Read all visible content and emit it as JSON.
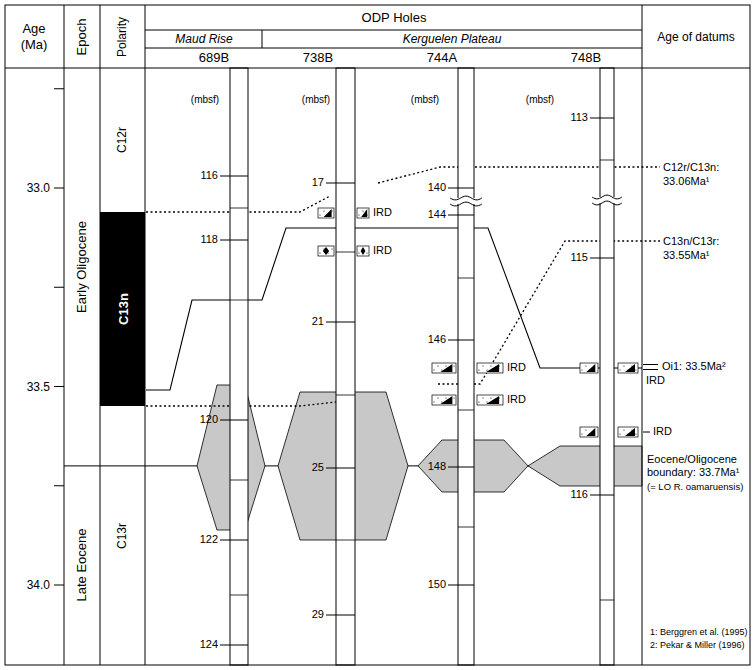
{
  "diagram": {
    "nodes": [
      {
        "text": [
          "C13n"
        ]
      }
    ],
    "labels": [
      "Age (Ma)",
      "Epoch",
      "Polarity",
      "ODP Holes",
      "Maud Rise",
      "Kerguelen Plateau",
      "689B",
      "738B",
      "744A",
      "748B",
      "Age of datums",
      "33.0",
      "33.5",
      "34.0",
      "Early Oligocene",
      "Late Eocene",
      "C12r",
      "C13r",
      "(mbsf)",
      "(mbsf)",
      "(mbsf)",
      "(mbsf)",
      "116",
      "118",
      "120",
      "122",
      "124",
      "17",
      "21",
      "25",
      "29",
      "140",
      "144",
      "146",
      "148",
      "150",
      "113",
      "115",
      "116",
      "IRD",
      "IRD",
      "IRD",
      "IRD",
      "C12r/C13n: 33.06Ma¹",
      "C13n/C13r: 33.55Ma¹",
      "Oi1: 33.5Ma²",
      "IRD",
      "IRD",
      "Eocene/Oligocene boundary: 33.7Ma¹",
      "(= LO R. oamaruensis)",
      "1: Berggren et al. (1995)",
      "2: Pekar & Miller (1996)"
    ]
  }
}
